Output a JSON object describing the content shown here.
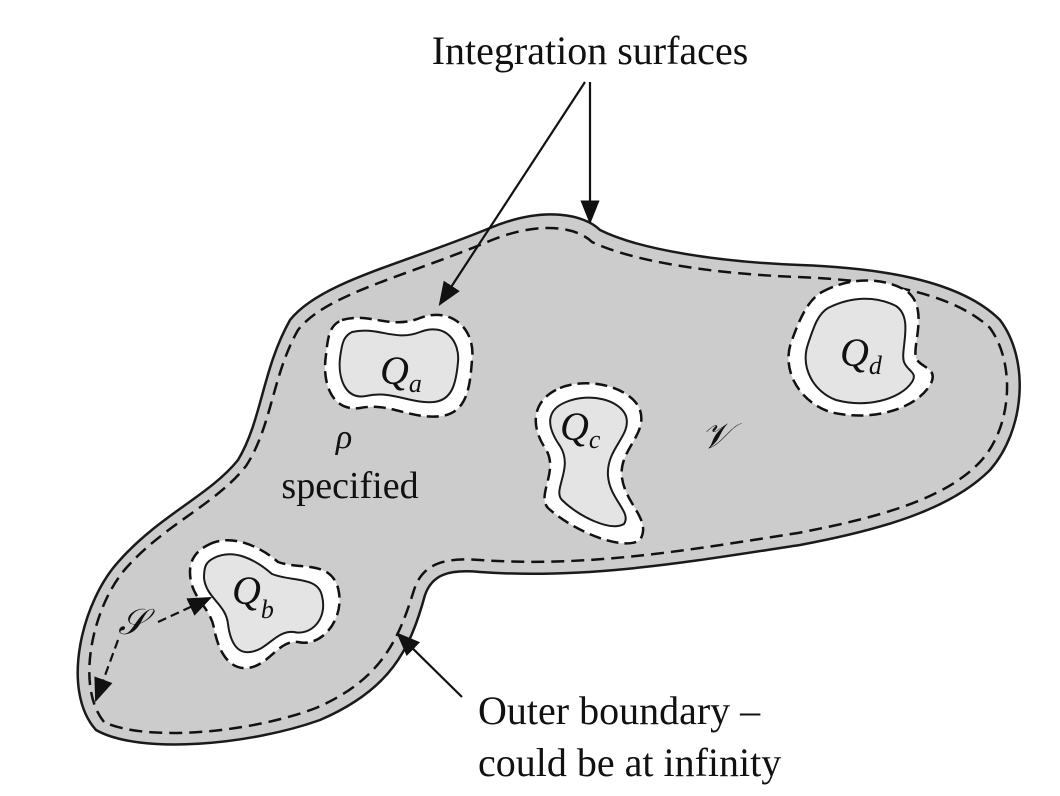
{
  "colors": {
    "region_fill": "#cccccc",
    "conductor_fill": "#e4e4e4",
    "stroke": "#1a1a1a",
    "background": "#ffffff"
  },
  "labels": {
    "integration_surfaces": "Integration surfaces",
    "outer_boundary_line1": "Outer boundary –",
    "outer_boundary_line2": "could be at infinity",
    "rho": "ρ",
    "specified": "specified",
    "volume": "𝒱",
    "surface": "𝒮"
  },
  "conductors": [
    {
      "id": "a",
      "symbol": "Q",
      "subscript": "a"
    },
    {
      "id": "b",
      "symbol": "Q",
      "subscript": "b"
    },
    {
      "id": "c",
      "symbol": "Q",
      "subscript": "c"
    },
    {
      "id": "d",
      "symbol": "Q",
      "subscript": "d"
    }
  ]
}
